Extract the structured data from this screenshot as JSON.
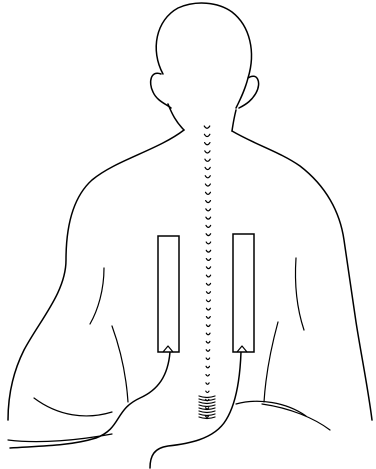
{
  "diagram": {
    "subject": "back-view-figure-with-two-paraspinal-electrode-pads",
    "elements": [
      "head-outline",
      "left-ear",
      "right-ear",
      "neck",
      "shoulders-and-torso-outline",
      "spine-vertebrae",
      "left-electrode-pad",
      "right-electrode-pad",
      "left-lead-wire",
      "right-lead-wire"
    ],
    "colors": {
      "line": "#000000",
      "background": "#ffffff"
    }
  }
}
